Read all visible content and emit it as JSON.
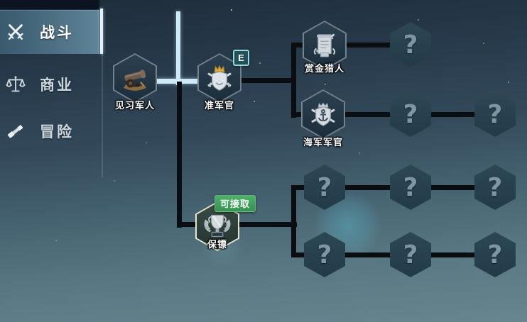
{
  "sidebar": {
    "tabs": [
      {
        "label": "战斗",
        "icon": "crossed-swords-icon",
        "selected": true
      },
      {
        "label": "商业",
        "icon": "scales-icon",
        "selected": false
      },
      {
        "label": "冒险",
        "icon": "spyglass-icon",
        "selected": false
      }
    ]
  },
  "tree": {
    "unknown_marker": "?",
    "nodes": [
      {
        "id": "trainee-soldier",
        "label": "见习军人",
        "icon": "cannon-icon",
        "state": "completed"
      },
      {
        "id": "warrant-officer",
        "label": "准军官",
        "icon": "crown-shield-icon",
        "badge": "E",
        "state": "current"
      },
      {
        "id": "bounty-hunter",
        "label": "赏金猎人",
        "icon": "wanted-scroll-icon",
        "state": "visible"
      },
      {
        "id": "navy-officer",
        "label": "海军军官",
        "icon": "anchor-shield-icon",
        "state": "visible"
      },
      {
        "id": "bodyguard",
        "label": "保镖",
        "icon": "trophy-wings-icon",
        "badge": "可接取",
        "state": "available"
      }
    ],
    "unknown_count": 9
  },
  "colors": {
    "highlight_line": "#cfeaf8",
    "connector_line": "#0b0e10",
    "available_badge_green": "#3aa156",
    "rank_badge_teal": "#255058",
    "selected_tab_blue": "#4d7083",
    "gold_hex_border": "#e9e6cf"
  }
}
